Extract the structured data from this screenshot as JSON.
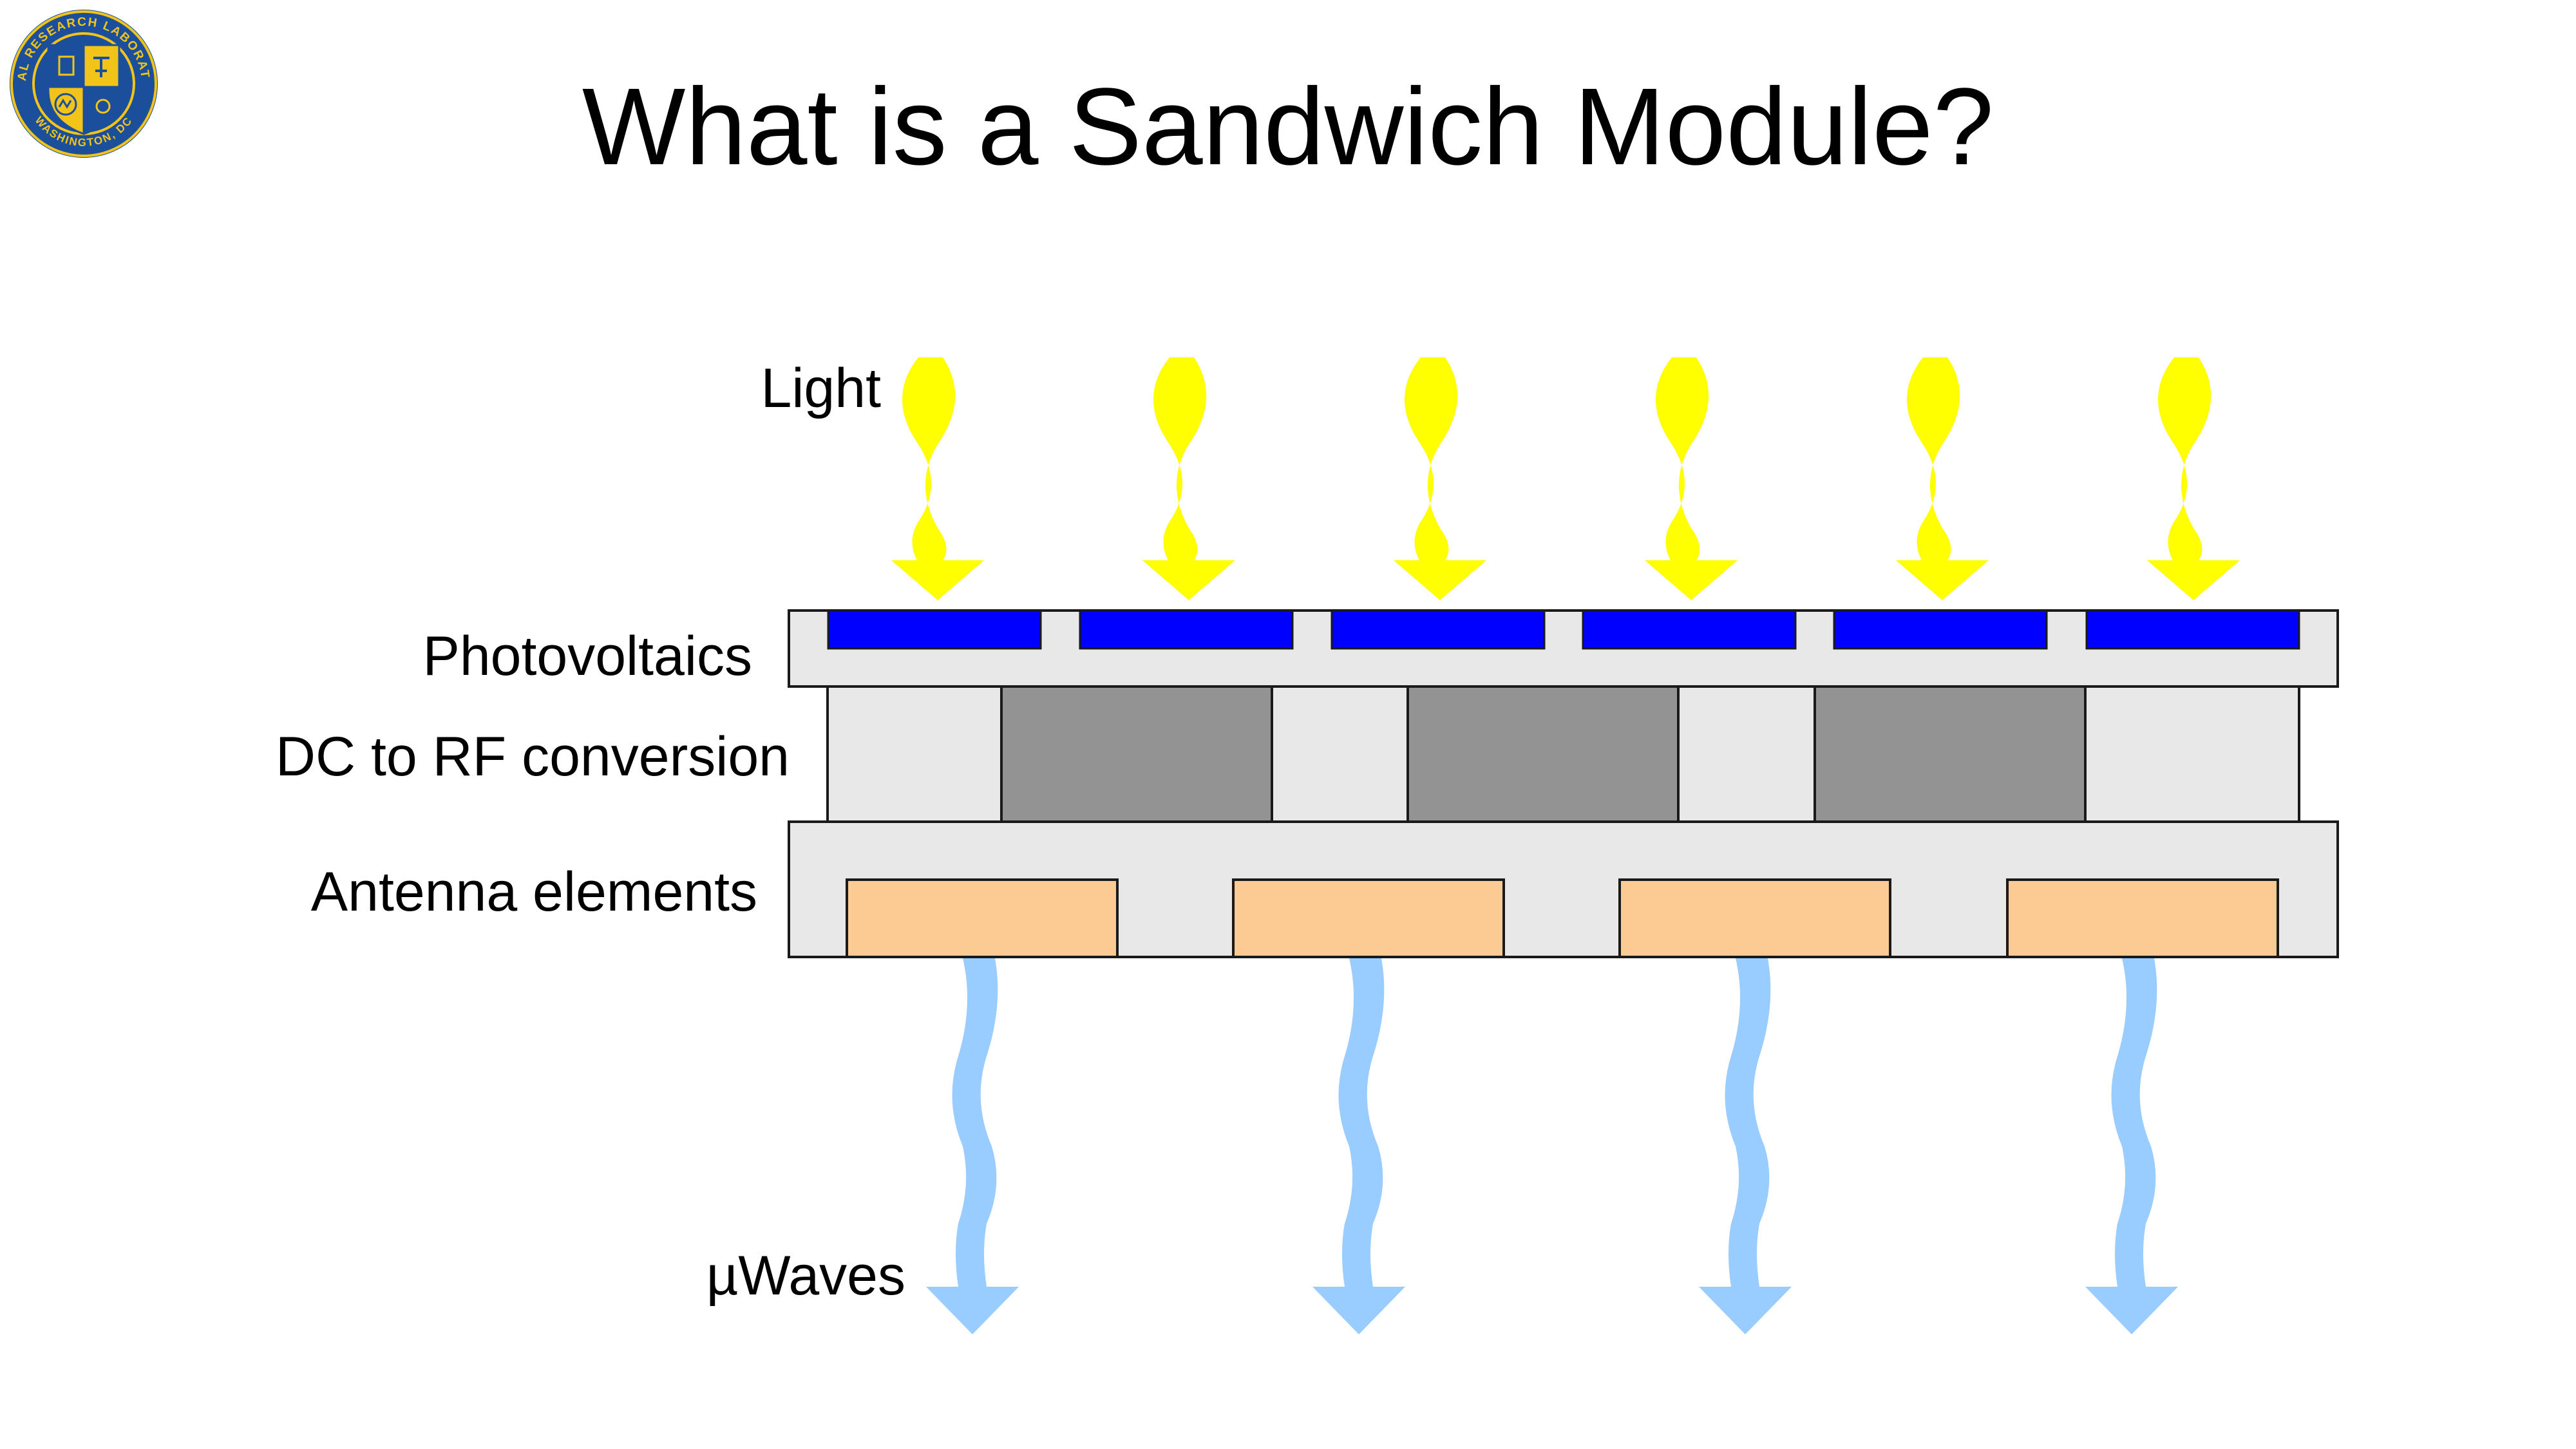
{
  "slide": {
    "title": "What is a Sandwich Module?"
  },
  "logo": {
    "ring_text_top": "NAVAL RESEARCH LABORATORY",
    "ring_text_bottom": "WASHINGTON, DC",
    "colors": {
      "ring": "#1b4f9c",
      "gold": "#f2c318",
      "blue": "#1b4f9c"
    }
  },
  "diagram": {
    "labels": {
      "light": "Light",
      "photovoltaics": "Photovoltaics",
      "dc_rf": "DC to RF conversion",
      "antenna": "Antenna elements",
      "uwaves": "µWaves"
    },
    "colors": {
      "light_arrow": "#ffff00",
      "pv_cell": "#0000ff",
      "layer_bg": "#e8e8e8",
      "converter": "#939393",
      "antenna_patch": "#fccb93",
      "wave_arrow": "#99ccff",
      "stroke": "#1a1a1a"
    },
    "light_arrow_count": 6,
    "pv_cell_count": 6,
    "converter_block_count": 3,
    "antenna_patch_count": 4,
    "wave_arrow_count": 4
  }
}
